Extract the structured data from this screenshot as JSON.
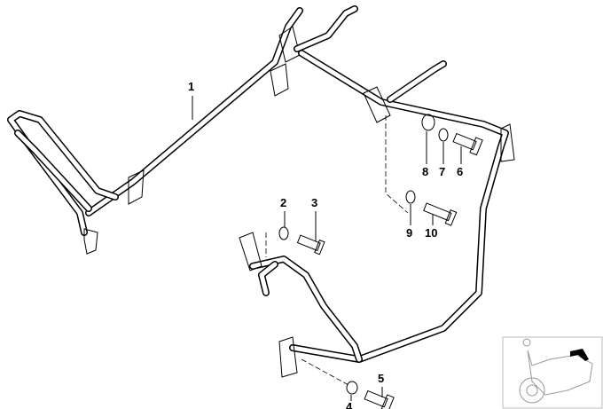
{
  "diagram": {
    "callouts": [
      {
        "id": "1",
        "label": "1"
      },
      {
        "id": "2",
        "label": "2"
      },
      {
        "id": "3",
        "label": "3"
      },
      {
        "id": "4",
        "label": "4"
      },
      {
        "id": "5",
        "label": "5"
      },
      {
        "id": "6",
        "label": "6"
      },
      {
        "id": "7",
        "label": "7"
      },
      {
        "id": "8",
        "label": "8"
      },
      {
        "id": "9",
        "label": "9"
      },
      {
        "id": "10",
        "label": "10"
      }
    ],
    "thumbnail": {
      "subject": "motorcycle-outline",
      "highlight_color": "#000000"
    }
  }
}
